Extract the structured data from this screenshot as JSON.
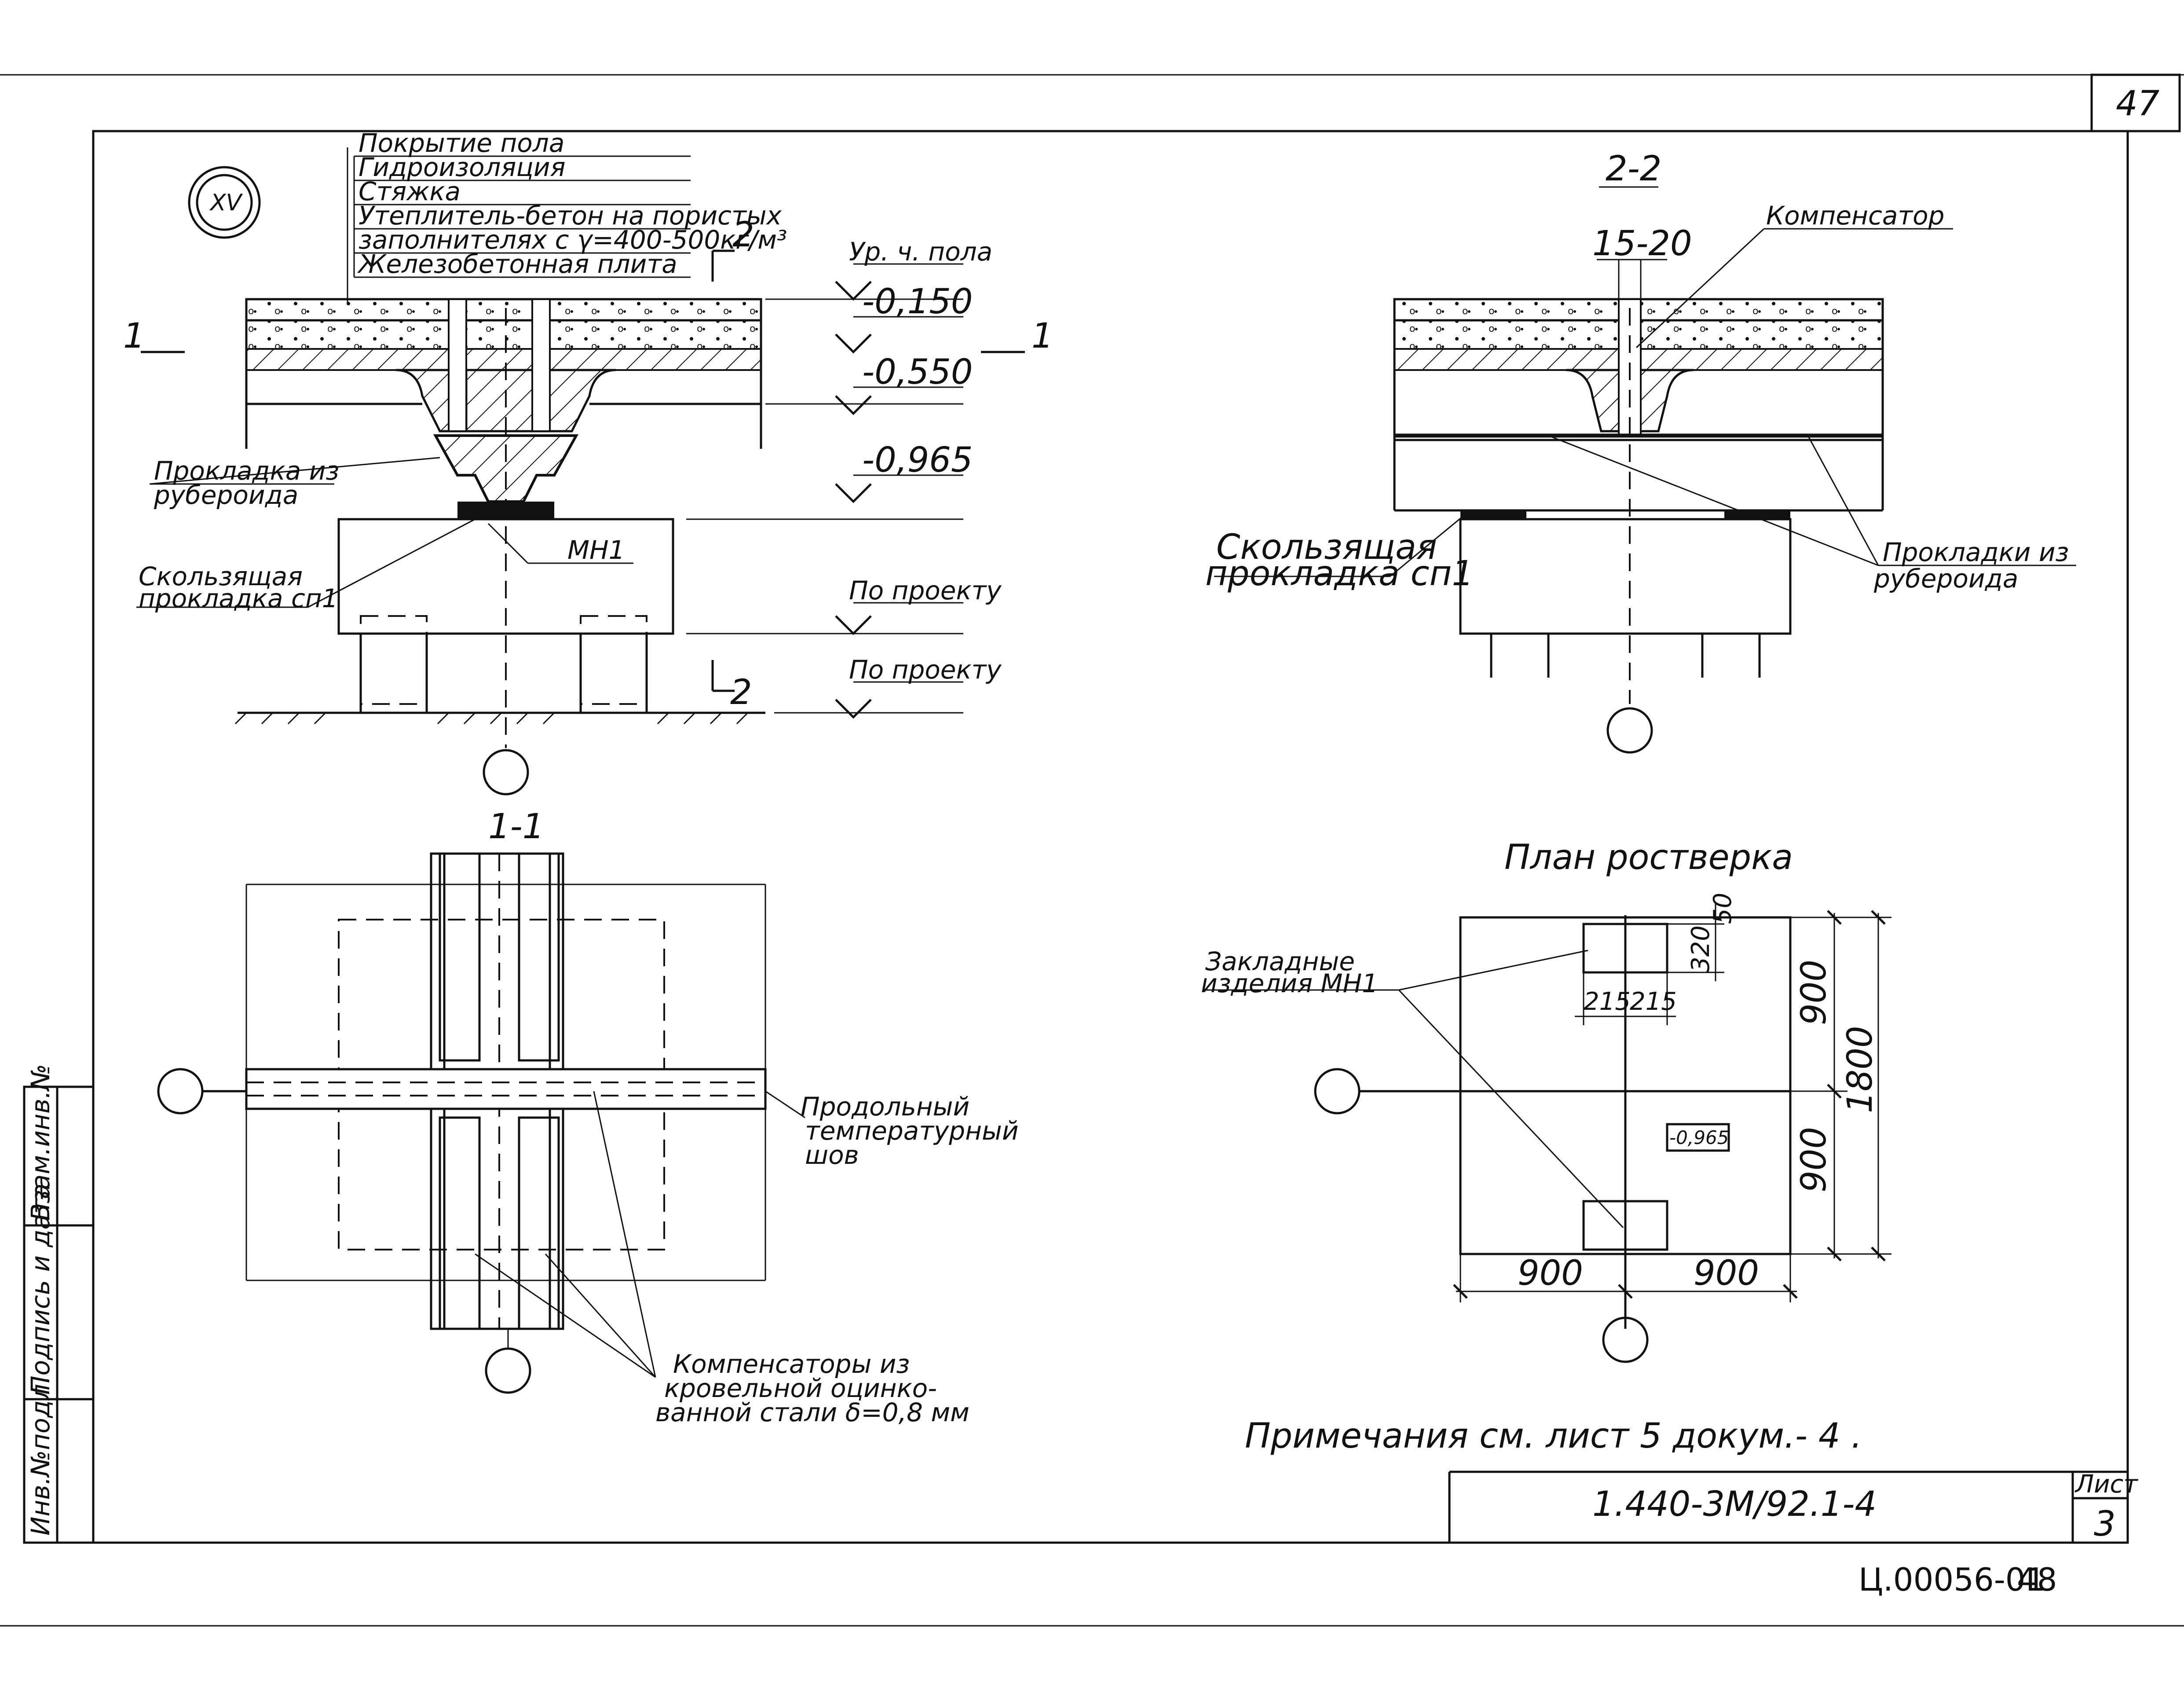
{
  "sheet": {
    "top_number": "47",
    "doc_code": "1.440-3М/92.1-4",
    "sheet_label": "Лист",
    "sheet_no": "3",
    "archive_no": "Ц.00056-01",
    "archive_page": "48",
    "note": "Примечания   см. лист 5 докум.- 4 ."
  },
  "side_stamp": {
    "col1": "Инв.№подл.",
    "col2": "Подпись и дата",
    "col3": "Взам.инв.№"
  },
  "node": {
    "mark": "XV",
    "layers": [
      "Покрытие пола",
      "Гидроизоляция",
      "Стяжка",
      "Утеплитель-бетон на пористых",
      "заполнителях с γ=400-500кг/м³",
      "Железобетонная плита"
    ],
    "level_title": "Ур. ч. пола",
    "levels": [
      "-0,150",
      "-0,550",
      "-0,965",
      "По проекту",
      "По проекту"
    ],
    "label_gasket": [
      "Прокладка из",
      "рубероида"
    ],
    "label_sliding": [
      "Скользящая",
      "прокладка сп1"
    ],
    "label_mh": "МН1",
    "cut_mark_1": "1",
    "cut_mark_2": "2"
  },
  "section_22": {
    "title": "2-2",
    "dim_gap": "15-20",
    "label_comp": "Компенсатор",
    "label_sliding": [
      "Скользящая",
      "прокладка сп1"
    ],
    "label_gaskets": [
      "Прокладки из",
      "рубероида"
    ]
  },
  "section_11": {
    "title": "1-1",
    "label_joint": [
      "Продольный",
      "температурный",
      "шов"
    ],
    "label_comps": [
      "Компенсаторы из",
      "кровельной оцинко-",
      "ванной стали δ=0,8 мм"
    ]
  },
  "plan": {
    "title": "План ростверка",
    "label_embedded": [
      "Закладные",
      "изделия МН1"
    ],
    "dims": {
      "top_offset": "50",
      "plate_h": "320",
      "half_w_left": "215",
      "half_w_right": "215",
      "side_upper": "900",
      "side_lower": "900",
      "side_total": "1800",
      "bottom_left": "900",
      "bottom_right": "900"
    },
    "level_mark": "-0,965"
  }
}
